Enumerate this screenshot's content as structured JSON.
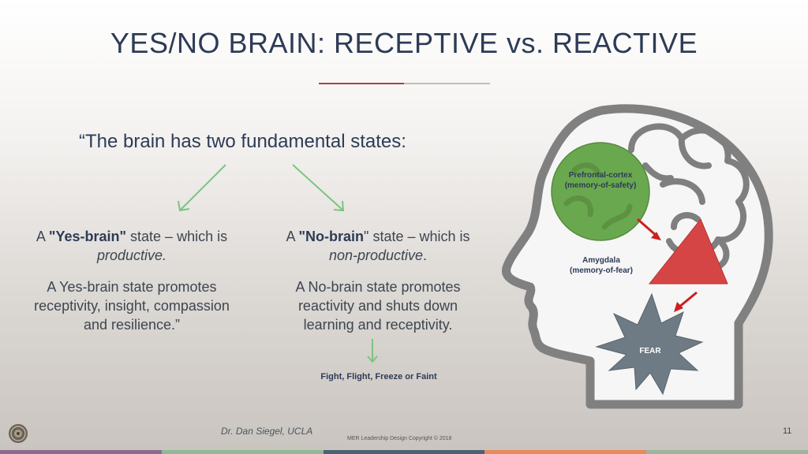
{
  "slide": {
    "title": "YES/NO BRAIN: RECEPTIVE vs. REACTIVE",
    "quote_intro": "“The brain has two fundamental states:",
    "yes": {
      "prefix": "A ",
      "bold": "\"Yes-brain\"",
      "mid": " state – which is ",
      "italic": "productive.",
      "body": "A Yes-brain state promotes receptivity, insight, compassion and resilience.”"
    },
    "no": {
      "prefix": "A ",
      "bold": "\"No-brain",
      "mid": "\" state – which is ",
      "italic": "non-productive",
      "suffix": ".",
      "body": "A No-brain state promotes reactivity and shuts down learning and receptivity."
    },
    "response": "Fight, Flight, Freeze or Faint",
    "diagram": {
      "pfc_line1": "Prefrontal-cortex",
      "pfc_line2": "(memory-of-safety)",
      "amygdala_line1": "Amygdala",
      "amygdala_line2": "(memory-of-fear)",
      "fear": "FEAR"
    },
    "attribution": "Dr. Dan Siegel, UCLA",
    "copyright": "MER Leadership Design Copyright © 2018",
    "page_number": "11"
  },
  "colors": {
    "title": "#2d3b56",
    "green_arrow": "#7bc47f",
    "pfc_green": "#6aa84f",
    "amygdala_red": "#d64545",
    "fear_grey": "#6e7b84",
    "footer": [
      "#8a6c8c",
      "#8fb996",
      "#4b6272",
      "#e88a5c",
      "#9cb49b"
    ]
  },
  "icons": [
    "green-arrow-down-left-icon",
    "green-arrow-down-right-icon",
    "green-arrow-down-icon",
    "red-arrow-icon",
    "head-silhouette-icon",
    "brain-outline-icon",
    "logo-emblem-icon"
  ]
}
